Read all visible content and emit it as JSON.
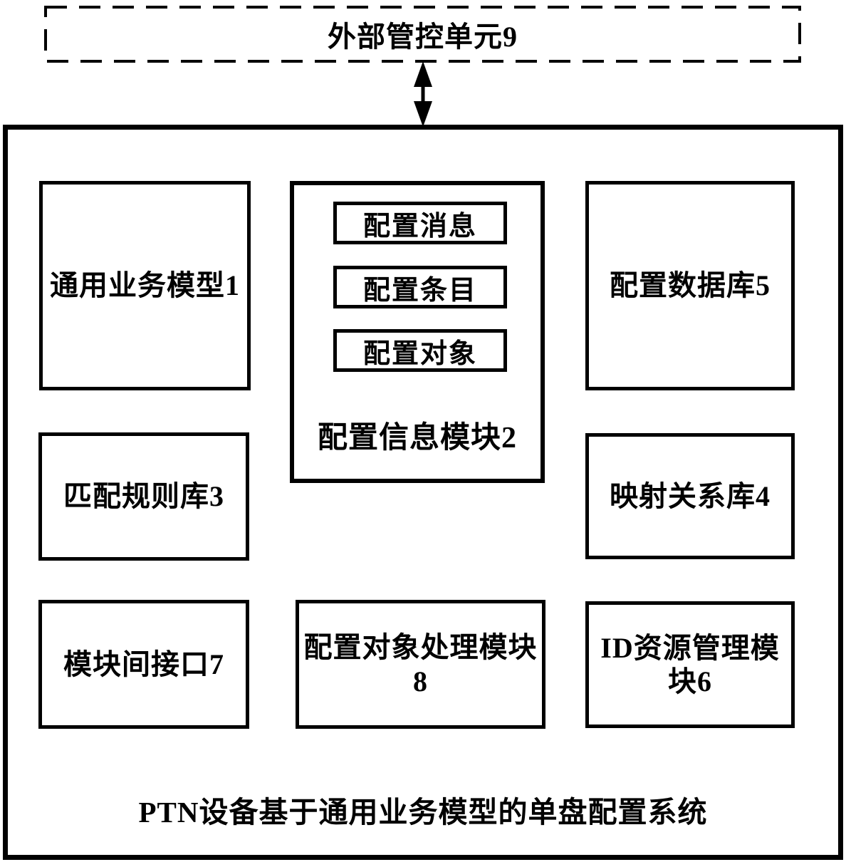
{
  "diagram": {
    "external_unit_label": "外部管控单元9",
    "system_title": "PTN设备基于通用业务模型的单盘配置系统",
    "boxes": {
      "generic_service_model": "通用业务模型1",
      "config_database": "配置数据库5",
      "match_rule_library": "匹配规则库3",
      "mapping_relation_library": "映射关系库4",
      "inter_module_interface": "模块间接口7",
      "config_info_module": {
        "label": "配置信息模块2",
        "items": [
          "配置消息",
          "配置条目",
          "配置对象"
        ]
      },
      "config_object_processing": {
        "lines": [
          "配置对象处理模块",
          "8"
        ]
      },
      "id_resource_management": {
        "lines": [
          "ID资源管理模",
          "块6"
        ]
      }
    },
    "colors": {
      "line": "#000000",
      "background": "#ffffff"
    }
  }
}
